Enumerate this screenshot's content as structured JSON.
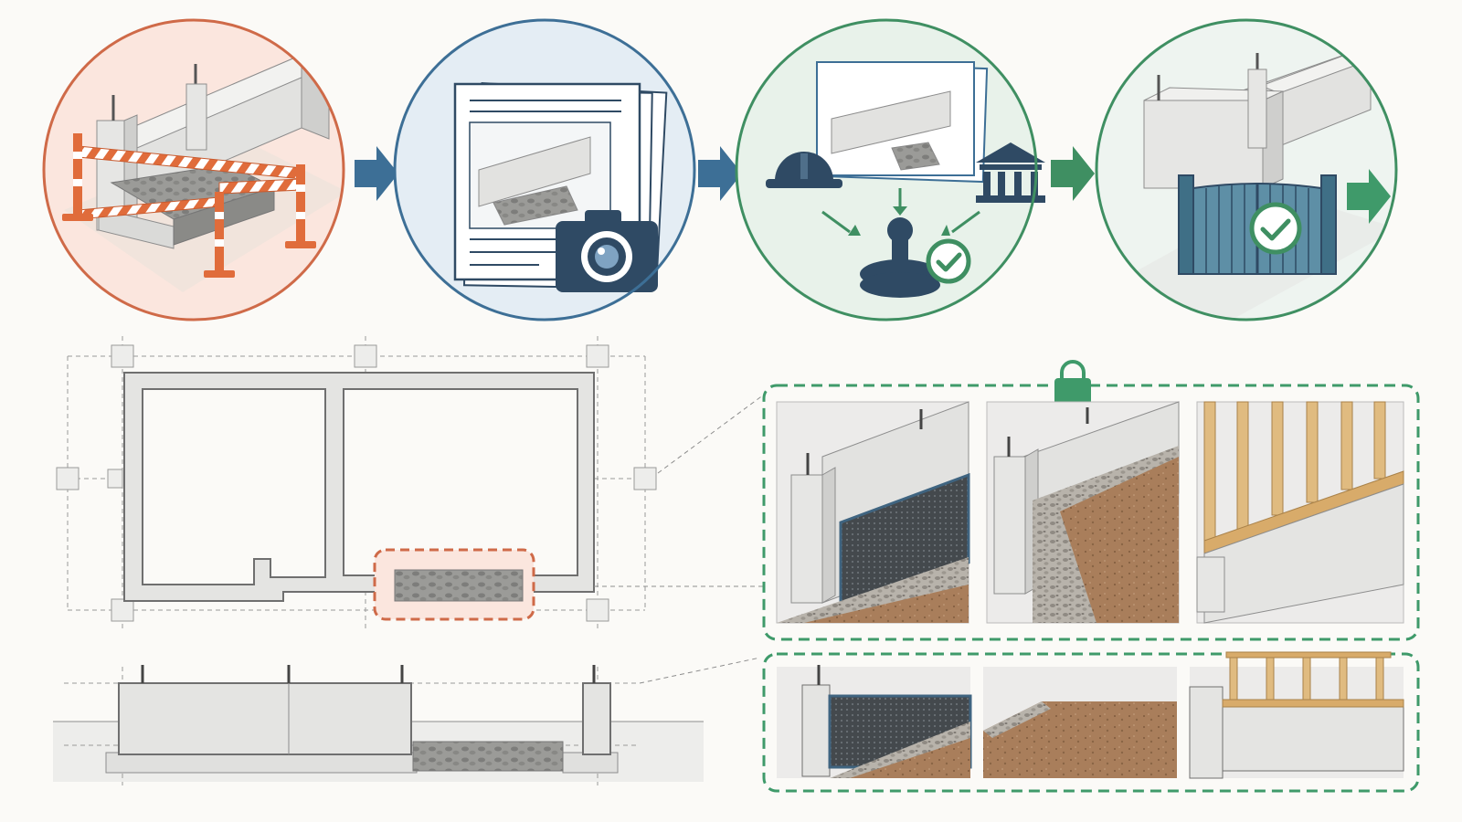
{
  "colors": {
    "background": "#fbfaf7",
    "hold_orange": "#cf6a48",
    "hold_fill": "#fbe6de",
    "record_blue": "#3d6f96",
    "record_fill": "#e4edf4",
    "approve_green": "#3f8f62",
    "approve_fill": "#e8f2ea",
    "release_green": "#3f9a6a",
    "release_fill": "#eef4f0",
    "concrete": "#e4e4e2",
    "concrete_edge": "#8d8d8d",
    "dark_icon": "#2f4a64",
    "waterproofing": "#3f6480",
    "soil": "#a77c58",
    "gravel": "#a6a19a",
    "timber": "#e0bb80",
    "lock_green": "#3f9a6a"
  },
  "stages": [
    {
      "name": "hold-stage",
      "icons": [
        "barrier-tape-icon",
        "traffic-cone-icon",
        "concrete-footing-icon"
      ]
    },
    {
      "name": "record-stage",
      "icons": [
        "document-icon",
        "camera-icon"
      ]
    },
    {
      "name": "approve-stage",
      "icons": [
        "hard-hat-icon",
        "authority-building-icon",
        "approval-stamp-icon",
        "check-badge-icon"
      ]
    },
    {
      "name": "release-stage",
      "icons": [
        "gate-icon",
        "check-badge-icon",
        "forward-arrow-icon"
      ]
    }
  ],
  "flow_arrows": [
    "arrow-right-icon",
    "arrow-right-icon",
    "arrow-right-icon",
    "arrow-right-icon"
  ],
  "plan_view": {
    "highlight": "hold-zone",
    "columns": 3
  },
  "locked_panel": {
    "icon": "padlock-icon",
    "steps": [
      "waterproofing-step",
      "backfill-step",
      "framing-step"
    ]
  },
  "section_view": {
    "highlight": "excavation-gap"
  }
}
